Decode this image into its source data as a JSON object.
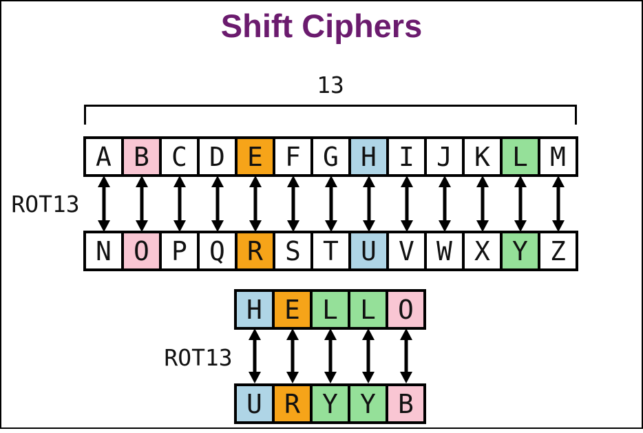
{
  "title": "Shift Ciphers",
  "colors": {
    "white": "#FFFFFF",
    "pink": "#F9C6D3",
    "orange": "#F6A419",
    "blue": "#AFD5E6",
    "green": "#95E099",
    "title": "#6B1B6E",
    "line": "#000000"
  },
  "diagram1": {
    "bracket_label": "13",
    "rot_label": "ROT13",
    "top_row": [
      {
        "letter": "A",
        "color": "white"
      },
      {
        "letter": "B",
        "color": "pink"
      },
      {
        "letter": "C",
        "color": "white"
      },
      {
        "letter": "D",
        "color": "white"
      },
      {
        "letter": "E",
        "color": "orange"
      },
      {
        "letter": "F",
        "color": "white"
      },
      {
        "letter": "G",
        "color": "white"
      },
      {
        "letter": "H",
        "color": "blue"
      },
      {
        "letter": "I",
        "color": "white"
      },
      {
        "letter": "J",
        "color": "white"
      },
      {
        "letter": "K",
        "color": "white"
      },
      {
        "letter": "L",
        "color": "green"
      },
      {
        "letter": "M",
        "color": "white"
      }
    ],
    "bottom_row": [
      {
        "letter": "N",
        "color": "white"
      },
      {
        "letter": "O",
        "color": "pink"
      },
      {
        "letter": "P",
        "color": "white"
      },
      {
        "letter": "Q",
        "color": "white"
      },
      {
        "letter": "R",
        "color": "orange"
      },
      {
        "letter": "S",
        "color": "white"
      },
      {
        "letter": "T",
        "color": "white"
      },
      {
        "letter": "U",
        "color": "blue"
      },
      {
        "letter": "V",
        "color": "white"
      },
      {
        "letter": "W",
        "color": "white"
      },
      {
        "letter": "X",
        "color": "white"
      },
      {
        "letter": "Y",
        "color": "green"
      },
      {
        "letter": "Z",
        "color": "white"
      }
    ]
  },
  "diagram2": {
    "rot_label": "ROT13",
    "top_row": [
      {
        "letter": "H",
        "color": "blue"
      },
      {
        "letter": "E",
        "color": "orange"
      },
      {
        "letter": "L",
        "color": "green"
      },
      {
        "letter": "L",
        "color": "green"
      },
      {
        "letter": "O",
        "color": "pink"
      }
    ],
    "bottom_row": [
      {
        "letter": "U",
        "color": "blue"
      },
      {
        "letter": "R",
        "color": "orange"
      },
      {
        "letter": "Y",
        "color": "green"
      },
      {
        "letter": "Y",
        "color": "green"
      },
      {
        "letter": "B",
        "color": "pink"
      }
    ]
  }
}
